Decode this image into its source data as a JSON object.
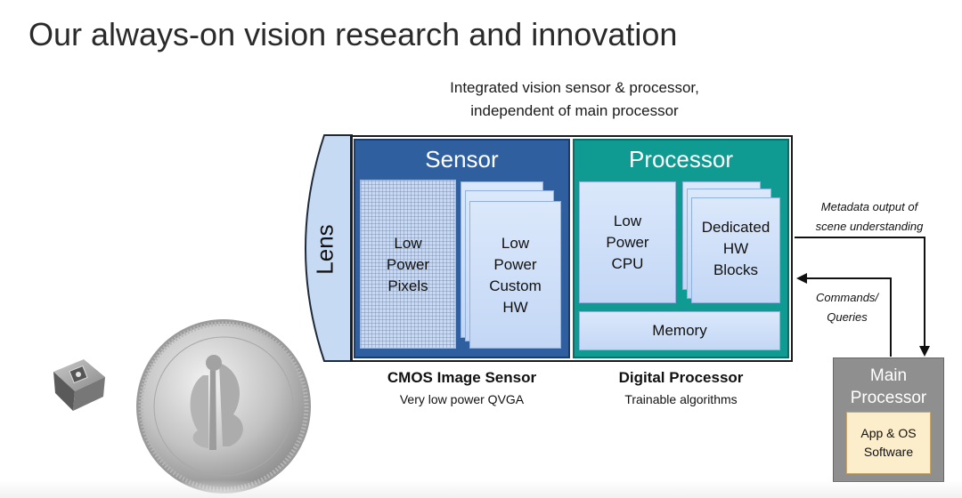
{
  "slide": {
    "title": "Our always-on vision research and innovation",
    "subtitle_lines": [
      "Integrated vision sensor & processor,",
      "independent of main processor"
    ]
  },
  "lens": {
    "label": "Lens"
  },
  "sensor": {
    "heading": "Sensor",
    "pixels_block": "Low\nPower\nPixels",
    "custom_block": "Low\nPower\nCustom\nHW",
    "caption": "CMOS Image Sensor",
    "sub_caption": "Very low power QVGA"
  },
  "processor": {
    "heading": "Processor",
    "cpu_block": "Low\nPower\nCPU",
    "hw_block": "Dedicated\nHW\nBlocks",
    "memory_block": "Memory",
    "caption": "Digital Processor",
    "sub_caption": "Trainable algorithms"
  },
  "notes": {
    "metadata": "Metadata output of\nscene understanding",
    "commands": "Commands/\nQueries"
  },
  "main_processor": {
    "title": "Main\nProcessor",
    "software": "App & OS\nSoftware"
  },
  "colors": {
    "sensor_panel": "#2f5f9e",
    "processor_panel": "#0f9a92",
    "lens": "#c6daf4",
    "main_processor": "#8f8f8f",
    "software_box": "#fdeecb"
  }
}
